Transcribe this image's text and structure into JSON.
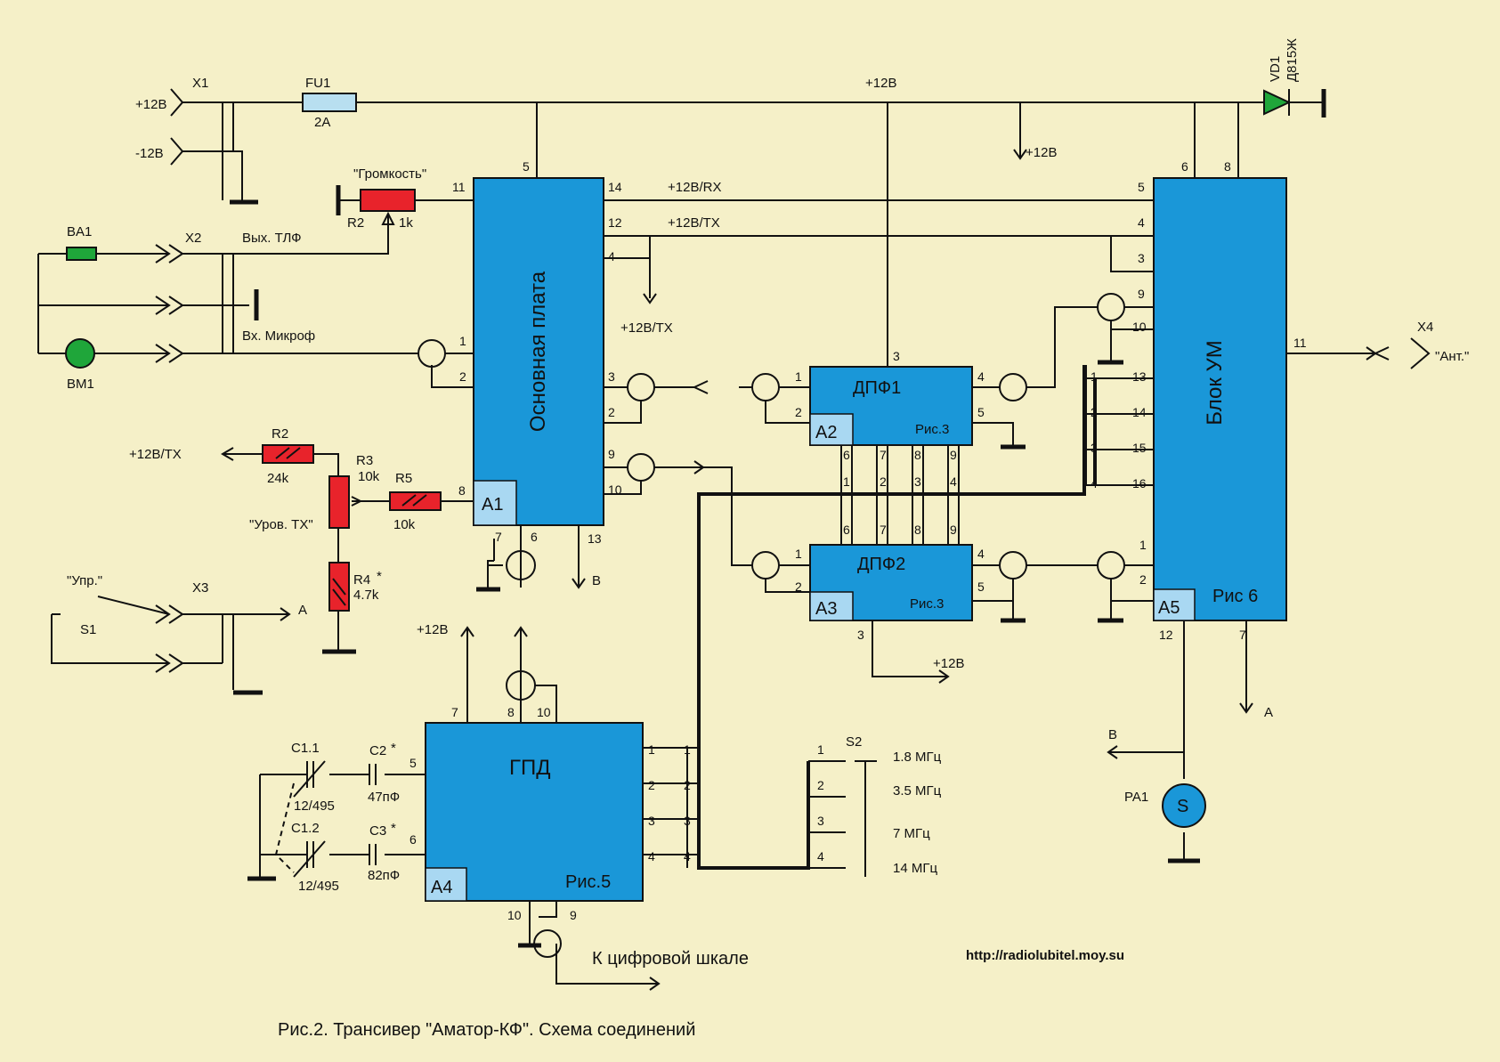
{
  "caption": "Рис.2. Трансивер \"Аматор-КФ\". Схема соединений",
  "url": "http://radiolubitel.moy.su",
  "to_display": "К цифровой шкале",
  "blocks": {
    "main": {
      "name": "Основная плата",
      "tag": "A1"
    },
    "dpf1": {
      "name": "ДПФ1",
      "tag": "A2",
      "ref": "Рис.3"
    },
    "dpf2": {
      "name": "ДПФ2",
      "tag": "A3",
      "ref": "Рис.3"
    },
    "gpd": {
      "name": "ГПД",
      "tag": "A4",
      "ref": "Рис.5"
    },
    "pa": {
      "name": "Блок УМ",
      "tag": "A5",
      "ref": "Рис 6"
    }
  },
  "components": {
    "x1": "X1",
    "x2": "X2",
    "x3": "X3",
    "x4": "X4",
    "fu1": "FU1",
    "fu1_val": "2A",
    "vd1": "VD1",
    "vd1_val": "Д815Ж",
    "r2a": "R2",
    "r2a_val": "1k",
    "r2a_name": "\"Громкость\"",
    "r2b": "R2",
    "r2b_val": "24k",
    "r3": "R3",
    "r3_val": "10k",
    "r3_name": "\"Уров. ТХ\"",
    "r5": "R5",
    "r5_val": "10k",
    "r4": "R4",
    "r4_val": "4.7k",
    "star": "*",
    "ba1": "BA1",
    "bm1": "BM1",
    "s1": "S1",
    "s1_name": "\"Упр.\"",
    "s2": "S2",
    "pa1": "PA1",
    "pa1_sym": "S",
    "c11": "C1.1",
    "c11_val": "12/495",
    "c12": "C1.2",
    "c12_val": "12/495",
    "c2": "C2",
    "c2_val": "47пФ",
    "c3": "C3",
    "c3_val": "82пФ",
    "ant": "\"Ант.\""
  },
  "nets": {
    "p12": "+12В",
    "m12": "-12В",
    "rx": "+12В/RX",
    "tx": "+12В/TX",
    "out_tel": "Вых. ТЛФ",
    "in_mic": "Вх. Микроф",
    "a": "A",
    "b": "B"
  },
  "bands": [
    "1.8 МГц",
    "3.5 МГц",
    "7 МГц",
    "14 МГц"
  ],
  "pins": {
    "p1": "1",
    "p2": "2",
    "p3": "3",
    "p4": "4",
    "p5": "5",
    "p6": "6",
    "p7": "7",
    "p8": "8",
    "p9": "9",
    "p10": "10",
    "p11": "11",
    "p12": "12",
    "p13": "13",
    "p14": "14",
    "p15": "15",
    "p16": "16"
  }
}
